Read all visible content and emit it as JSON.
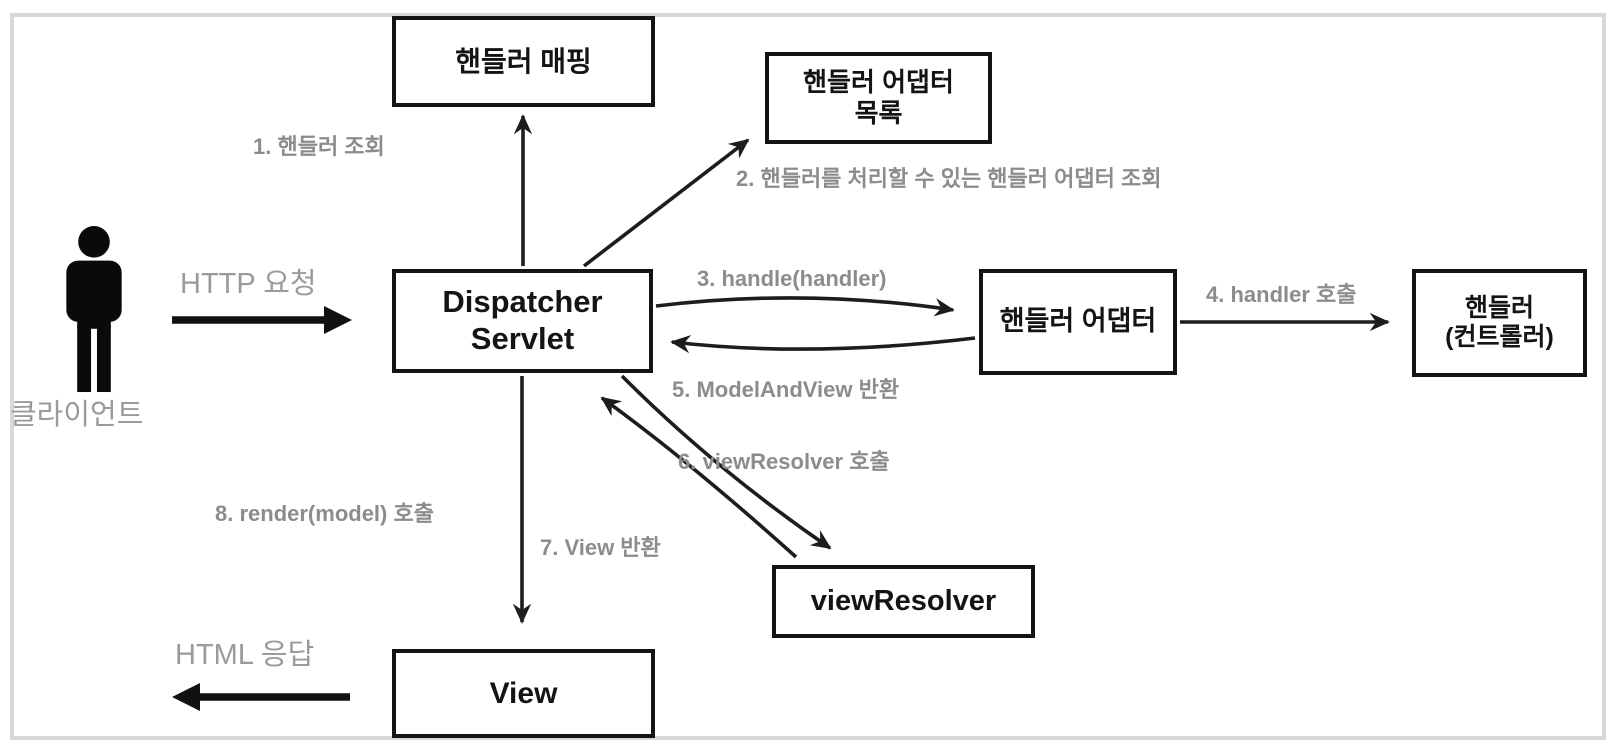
{
  "diagram": {
    "boxes": {
      "handler_mapping": {
        "label": "핸들러 매핑"
      },
      "handler_adapter_list": {
        "line1": "핸들러 어댑터",
        "line2": "목록"
      },
      "dispatcher_servlet": {
        "line1": "Dispatcher",
        "line2": "Servlet"
      },
      "handler_adapter": {
        "label": "핸들러 어댑터"
      },
      "handler_controller": {
        "line1": "핸들러",
        "line2": "(컨트롤러)"
      },
      "view_resolver": {
        "label": "viewResolver"
      },
      "view": {
        "label": "View"
      }
    },
    "steps": {
      "step1": "1. 핸들러 조회",
      "step2": "2. 핸들러를 처리할 수 있는 핸들러 어댑터 조회",
      "step3": "3. handle(handler)",
      "step4": "4. handler 호출",
      "step5": "5. ModelAndView 반환",
      "step6": "6. viewResolver 호출",
      "step7": "7. View 반환",
      "step8": "8. render(model) 호출"
    },
    "flow_labels": {
      "http_request": "HTTP 요청",
      "html_response": "HTML 응답",
      "client": "클라이언트"
    },
    "colors": {
      "box_border": "#141414",
      "box_fill": "#ffffff",
      "arrow": "#1d1d1d",
      "step_label": "#8c8c8c",
      "flow_label": "#9a9a9a",
      "frame_border": "#d8d8d8",
      "background": "#ffffff"
    }
  }
}
